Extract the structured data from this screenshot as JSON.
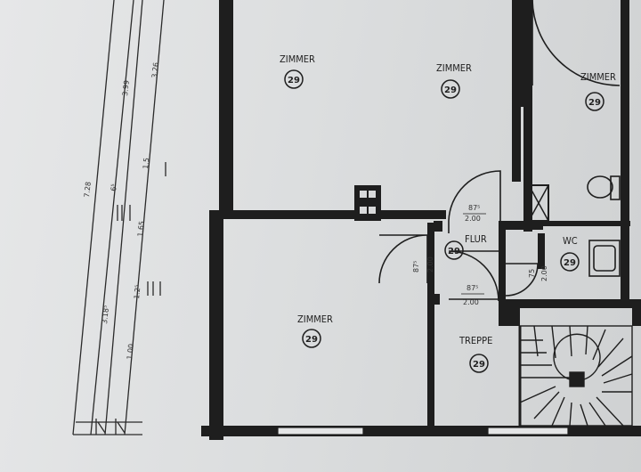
{
  "rooms": {
    "zimmer_top_left": {
      "name": "ZIMMER",
      "number": "29"
    },
    "zimmer_top_mid": {
      "name": "ZIMMER",
      "number": "29"
    },
    "zimmer_top_right": {
      "name": "ZIMMER",
      "number": "29"
    },
    "zimmer_bottom": {
      "name": "ZIMMER",
      "number": "29"
    },
    "flur": {
      "name": "FLUR",
      "number": "29"
    },
    "wc": {
      "name": "WC",
      "number": "29"
    },
    "treppe": {
      "name": "TREPPE",
      "number": "29"
    }
  },
  "doors": {
    "door_upper": {
      "width": "87⁵",
      "height": "2.00"
    },
    "door_left": {
      "width": "87⁵",
      "height": "2.00"
    },
    "door_lower": {
      "width": "87⁵",
      "height": "2.00"
    },
    "door_wc": {
      "width": "75",
      "height": "2.00"
    }
  },
  "dimensions": {
    "d1": "7.28",
    "d2": "3.99",
    "d3": "3.26",
    "d4": "6⁵",
    "d5": "1.65",
    "d6": "1.5",
    "d7": "3.18⁵",
    "d8": "1.2⁵",
    "d9": "1.00"
  },
  "colors": {
    "paper": "#dcdedf",
    "ink": "#1e1e1e"
  }
}
